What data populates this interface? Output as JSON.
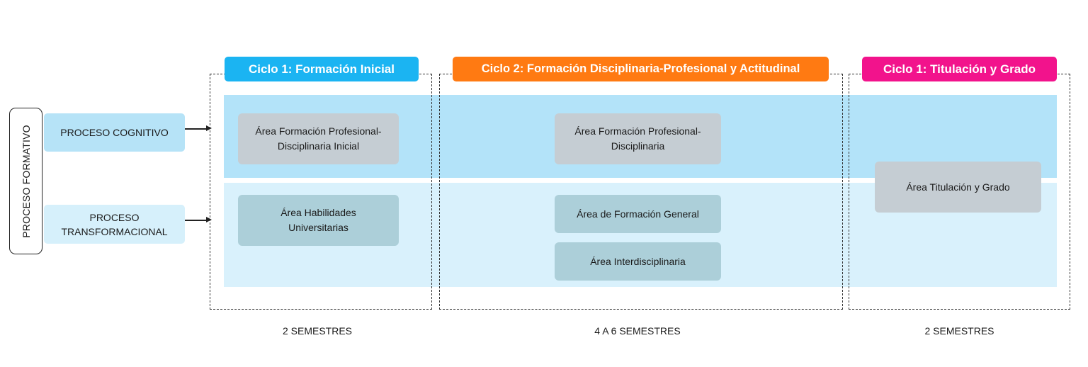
{
  "left": {
    "vertical_label": "PROCESO FORMATIVO",
    "process_cognitive": "PROCESO COGNITIVO",
    "process_transformational_line1": "PROCESO",
    "process_transformational_line2": "TRANSFORMACIONAL"
  },
  "cycles": [
    {
      "title": "Ciclo 1: Formación Inicial",
      "color": "#1bb4f2",
      "semesters": "2 SEMESTRES",
      "areas": {
        "cognitive": [
          "Área Formación Profesional-",
          "Disciplinaria Inicial"
        ],
        "transformational": [
          "Área Habilidades",
          "Universitarias"
        ]
      }
    },
    {
      "title": "Ciclo 2: Formación Disciplinaria-Profesional y Actitudinal",
      "color": "#ff7a12",
      "semesters": "4 A 6 SEMESTRES",
      "areas": {
        "cognitive": [
          "Área Formación Profesional-",
          "Disciplinaria"
        ],
        "transformational_a": "Área de Formación General",
        "transformational_b": "Área Interdisciplinaria"
      }
    },
    {
      "title": "Ciclo 1: Titulación y Grado",
      "color": "#f2138c",
      "semesters": "2 SEMESTRES",
      "areas": {
        "combined": "Área Titulación y Grado"
      }
    }
  ],
  "colors": {
    "band_cognitive": "#b3e3f9",
    "band_transformational": "#d9f1fc",
    "card_grey": "#c5cdd3",
    "card_teal": "#accfd9"
  }
}
